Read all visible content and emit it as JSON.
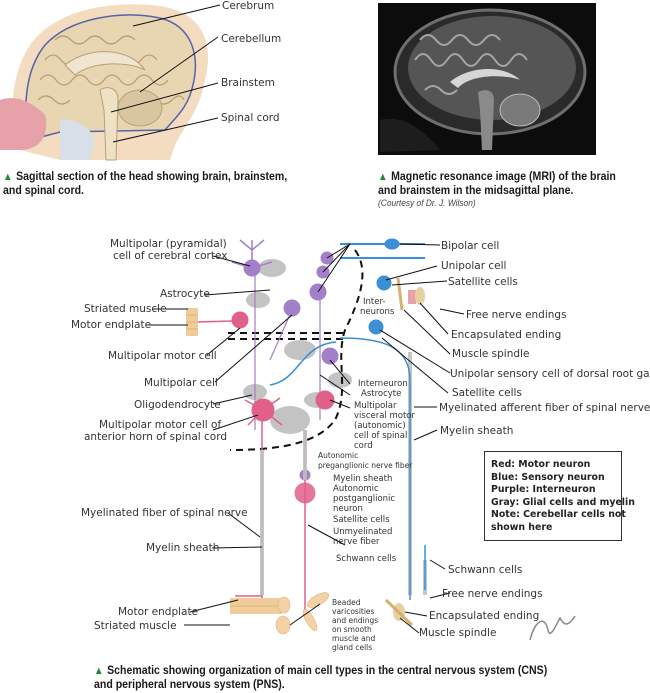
{
  "figure_top_left": {
    "labels": [
      "Cerebrum",
      "Cerebellum",
      "Brainstem",
      "Spinal cord"
    ],
    "caption_line1": "Sagittal section of the head showing brain, brainstem,",
    "caption_line2": "and spinal cord."
  },
  "figure_top_right": {
    "caption_line1": "Magnetic resonance image (MRI) of the brain",
    "caption_line2": "and brainstem in the midsagittal plane.",
    "credit": "(Courtesy of Dr. J. Wilson)"
  },
  "schematic": {
    "left_labels": {
      "pyramidal_1": "Multipolar (pyramidal)",
      "pyramidal_2": "cell of cerebral cortex",
      "astrocyte": "Astrocyte",
      "striated_muscle": "Striated muscle",
      "motor_endplate": "Motor endplate",
      "multipolar_motor": "Multipolar motor cell",
      "multipolar_cell": "Multipolar cell",
      "oligodendrocyte": "Oligodendrocyte",
      "anterior_horn_1": "Multipolar motor cell of",
      "anterior_horn_2": "anterior horn of spinal cord",
      "myelinated_fiber": "Myelinated fiber of spinal nerve",
      "myelin_sheath": "Myelin sheath",
      "motor_endplate_2": "Motor endplate",
      "striated_muscle_2": "Striated muscle"
    },
    "center_labels": {
      "interneurons_1": "Inter-",
      "interneurons_2": "neurons",
      "interneuron": "Interneuron",
      "astrocyte": "Astrocyte",
      "visceral_1": "Multipolar",
      "visceral_2": "visceral motor",
      "visceral_3": "(autonomic)",
      "visceral_4": "cell of spinal",
      "visceral_5": "cord",
      "pregang_1": "Autonomic",
      "pregang_2": "preganglionic nerve fiber",
      "myelin_sheath": "Myelin sheath",
      "postgang_1": "Autonomic",
      "postgang_2": "postganglionic",
      "postgang_3": "neuron",
      "satellite": "Satellite cells",
      "unmyelinated_1": "Unmyelinated",
      "unmyelinated_2": "nerve fiber",
      "schwann": "Schwann cells",
      "beaded_1": "Beaded",
      "beaded_2": "varicosities",
      "beaded_3": "and endings",
      "beaded_4": "on smooth",
      "beaded_5": "muscle and",
      "beaded_6": "gland cells"
    },
    "right_labels": {
      "bipolar": "Bipolar cell",
      "unipolar": "Unipolar cell",
      "satellite_1": "Satellite cells",
      "free_endings_1": "Free nerve endings",
      "encapsulated_1": "Encapsulated ending",
      "muscle_spindle_1": "Muscle spindle",
      "drg": "Unipolar sensory cell of dorsal root ganglion",
      "satellite_2": "Satellite cells",
      "afferent": "Myelinated afferent fiber of spinal nerve",
      "myelin_sheath": "Myelin sheath",
      "schwann": "Schwann cells",
      "free_endings_2": "Free nerve endings",
      "encapsulated_2": "Encapsulated ending",
      "muscle_spindle_2": "Muscle spindle"
    },
    "legend": [
      "Red: Motor neuron",
      "Blue: Sensory neuron",
      "Purple: Interneuron",
      "Gray: Glial cells and myelin",
      "Note: Cerebellar cells not",
      "shown here"
    ],
    "caption_line1": "Schematic showing organization of main cell types in the central nervous system (CNS)",
    "caption_line2": "and peripheral nervous system (PNS).",
    "signature": "F. Netter M.D."
  },
  "colors": {
    "motor": "#e0608a",
    "sensory": "#3a8fd6",
    "interneuron": "#a27fc9",
    "glia": "#b9b9b9",
    "caption_triangle": "#1e8a3c"
  }
}
